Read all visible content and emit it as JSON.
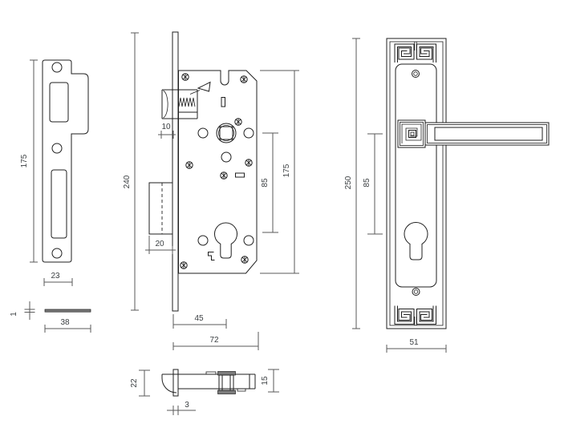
{
  "title": "mortise-lock-set-technical-drawing",
  "style": {
    "background": "#ffffff",
    "line_color": "#1f1f1f",
    "dimension_line_color": "#5a5a5a",
    "dimension_text_color": "#3c4043",
    "metal_fill": "#7d7d7d"
  },
  "dimensions": {
    "strike_plate": {
      "height": "175",
      "width": "23",
      "thickness": "1",
      "depth": "38"
    },
    "lock_body": {
      "faceplate_height": "240",
      "latch_protrusion": "10",
      "deadbolt_case_depth": "20",
      "spindle_to_cylinder": "85",
      "case_height": "175",
      "backset": "45",
      "case_depth": "72"
    },
    "lock_side": {
      "height": "22",
      "faceplate_thickness": "3",
      "case_thickness": "15"
    },
    "handle_plate": {
      "height": "250",
      "handle_to_cylinder": "85",
      "width": "51"
    }
  }
}
